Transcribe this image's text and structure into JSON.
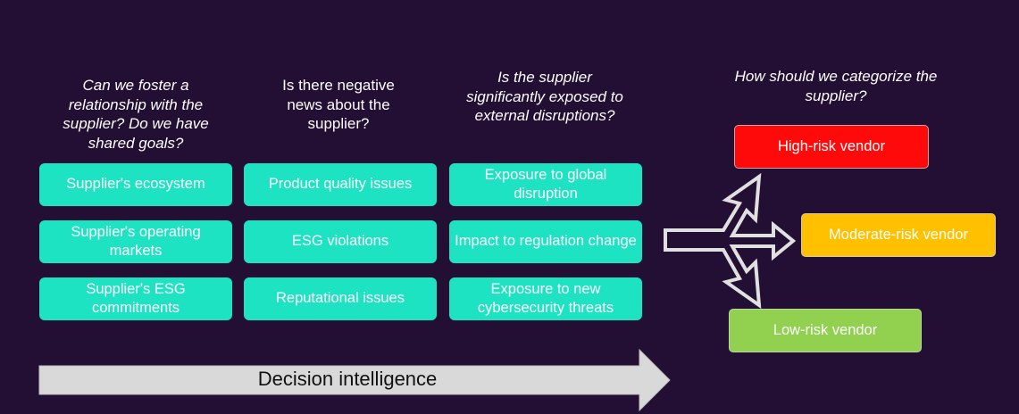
{
  "questions": {
    "relationship": "Can we foster a relationship with the supplier? Do we have shared goals?",
    "news": "Is there negative news about the supplier?",
    "exposure": "Is the supplier significantly exposed to external disruptions?",
    "categorize": "How should we categorize the supplier?"
  },
  "columns": {
    "relationship": [
      "Supplier's ecosystem",
      "Supplier's operating markets",
      "Supplier's ESG commitments"
    ],
    "news": [
      "Product quality issues",
      "ESG violations",
      "Reputational issues"
    ],
    "exposure": [
      "Exposure to global disruption",
      "Impact to regulation change",
      "Exposure to new cybersecurity threats"
    ]
  },
  "outcomes": {
    "high": "High-risk vendor",
    "moderate": "Moderate-risk vendor",
    "low": "Low-risk vendor"
  },
  "bottom_arrow_label": "Decision intelligence",
  "colors": {
    "background": "#220f33",
    "factor_box": "#1ee3c3",
    "high": "#ff0a0a",
    "moderate": "#ffc000",
    "low": "#92d050",
    "arrow": "#e0e0e0"
  }
}
